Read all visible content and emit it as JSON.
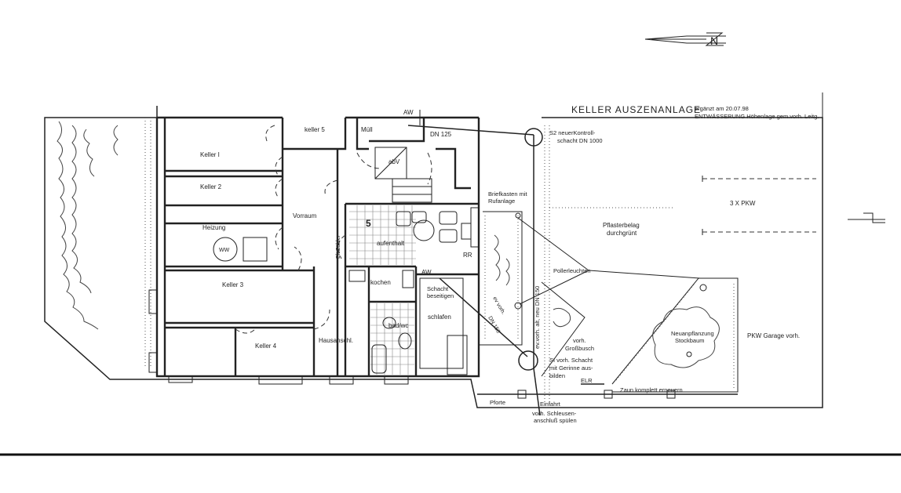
{
  "title": {
    "main": "KELLER  AUSZENANLAGE",
    "note1": "ergänzt am 20.07.98",
    "note2": "ENTWÄSSERUNG Höhenlage gem.vorh. Leitg."
  },
  "rooms": {
    "keller1": "Keller I",
    "keller2": "Keller 2",
    "heizung": "Heizung",
    "ww": "WW",
    "keller3": "Keller 3",
    "keller4": "Keller 4",
    "keller5": "keller 5",
    "vorraum": "Vorraum",
    "hausanschl": "Hausanschl.",
    "muell": "Müll",
    "abv": "abV",
    "elt_zaehler": "Elt.Zähler",
    "unit_number": "5",
    "aufenthalt": "aufenthalt",
    "kochen": "kochen",
    "bad_wc": "bad/wc",
    "schlafen": "schlafen",
    "rr": "RR"
  },
  "drainage": {
    "aw_top": "AW",
    "aw_mid": "AW",
    "dn125": "DN 125",
    "s2_line1": "S2 neuerKontroll-",
    "s2_line2": "schacht DN 1000",
    "schacht1": "Schacht",
    "schacht2": "beseitigen",
    "pipe_label": "ev.vorh. alt, neu DN 150",
    "pipe_label2": "ev vorh.",
    "pipe_label3": "DN 150",
    "s1_line1": "SI vorh. Schacht",
    "s1_line2": "mit Gerinne aus-",
    "s1_line3": "bilden",
    "elr": "ELR",
    "schleuse1": "vorh. Schleusen-",
    "schleuse2": "anschluß spülen"
  },
  "outdoor": {
    "briefkasten1": "Briefkasten mit",
    "briefkasten2": "Rufanlage",
    "pkw": "3 X PKW",
    "pflaster1": "Pflasterbelag",
    "pflaster2": "durchgrünt",
    "poller": "Pollerleuchten",
    "grossbusch1": "vorh.",
    "grossbusch2": "Großbusch",
    "neu1": "Neuanpflanzung",
    "neu2": "Stockbaum",
    "garage": "PKW Garage vorh.",
    "zaun": "Zaun komplett erneuern",
    "pforte": "Pforte",
    "einfahrt": "Einfahrt"
  },
  "north_arrow": {
    "letter": "N"
  }
}
